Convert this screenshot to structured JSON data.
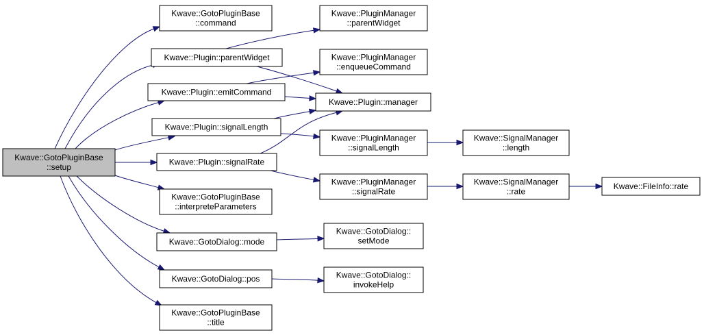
{
  "diagram": {
    "colors": {
      "edge": "#191970",
      "root_fill": "#bfbfbf",
      "node_fill": "#ffffff",
      "node_border": "#000000"
    },
    "nodes": [
      {
        "id": "setup",
        "lines": [
          "Kwave::GotoPluginBase",
          "::setup"
        ],
        "root": true
      },
      {
        "id": "cmd",
        "lines": [
          "Kwave::GotoPluginBase",
          "::command"
        ]
      },
      {
        "id": "ppw",
        "lines": [
          "Kwave::Plugin::parentWidget"
        ]
      },
      {
        "id": "pec",
        "lines": [
          "Kwave::Plugin::emitCommand"
        ]
      },
      {
        "id": "psl",
        "lines": [
          "Kwave::Plugin::signalLength"
        ]
      },
      {
        "id": "psr",
        "lines": [
          "Kwave::Plugin::signalRate"
        ]
      },
      {
        "id": "ip",
        "lines": [
          "Kwave::GotoPluginBase",
          "::interpreteParameters"
        ]
      },
      {
        "id": "gdm",
        "lines": [
          "Kwave::GotoDialog::mode"
        ]
      },
      {
        "id": "gdp",
        "lines": [
          "Kwave::GotoDialog::pos"
        ]
      },
      {
        "id": "title",
        "lines": [
          "Kwave::GotoPluginBase",
          "::title"
        ]
      },
      {
        "id": "pmpw",
        "lines": [
          "Kwave::PluginManager",
          "::parentWidget"
        ]
      },
      {
        "id": "pmec",
        "lines": [
          "Kwave::PluginManager",
          "::enqueueCommand"
        ]
      },
      {
        "id": "pm",
        "lines": [
          "Kwave::Plugin::manager"
        ]
      },
      {
        "id": "pmsl",
        "lines": [
          "Kwave::PluginManager",
          "::signalLength"
        ]
      },
      {
        "id": "pmsr",
        "lines": [
          "Kwave::PluginManager",
          "::signalRate"
        ]
      },
      {
        "id": "gdsm",
        "lines": [
          "Kwave::GotoDialog::",
          "setMode"
        ]
      },
      {
        "id": "gdih",
        "lines": [
          "Kwave::GotoDialog::",
          "invokeHelp"
        ]
      },
      {
        "id": "smlen",
        "lines": [
          "Kwave::SignalManager",
          "::length"
        ]
      },
      {
        "id": "smrate",
        "lines": [
          "Kwave::SignalManager",
          "::rate"
        ]
      },
      {
        "id": "firate",
        "lines": [
          "Kwave::FileInfo::rate"
        ]
      }
    ],
    "edges": [
      [
        "setup",
        "cmd"
      ],
      [
        "setup",
        "ppw"
      ],
      [
        "setup",
        "pec"
      ],
      [
        "setup",
        "psl"
      ],
      [
        "setup",
        "psr"
      ],
      [
        "setup",
        "ip"
      ],
      [
        "setup",
        "gdm"
      ],
      [
        "setup",
        "gdp"
      ],
      [
        "setup",
        "title"
      ],
      [
        "ppw",
        "pmpw"
      ],
      [
        "ppw",
        "pm"
      ],
      [
        "pec",
        "pmec"
      ],
      [
        "pec",
        "pm"
      ],
      [
        "psl",
        "pm"
      ],
      [
        "psl",
        "pmsl"
      ],
      [
        "psr",
        "pm"
      ],
      [
        "psr",
        "pmsr"
      ],
      [
        "gdm",
        "gdsm"
      ],
      [
        "gdp",
        "gdih"
      ],
      [
        "pmsl",
        "smlen"
      ],
      [
        "pmsr",
        "smrate"
      ],
      [
        "smrate",
        "firate"
      ]
    ]
  }
}
